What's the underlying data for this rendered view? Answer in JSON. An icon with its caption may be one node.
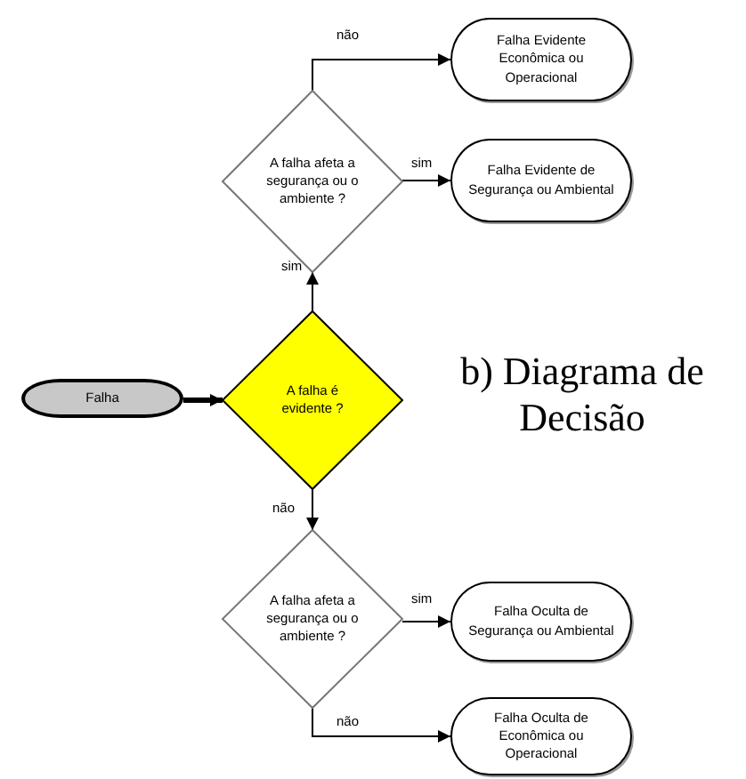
{
  "diagram": {
    "title": "b) Diagrama de Decisão",
    "nodes": [
      {
        "text": [
          "Falha"
        ]
      },
      {
        "text": [
          "A falha é evidente ?"
        ]
      },
      {
        "text": [
          "A falha afeta a segurança ou o ambiente ?"
        ]
      },
      {
        "text": [
          "Falha Evidente Econômica ou Operacional"
        ]
      },
      {
        "text": [
          "Falha Evidente de Segurança ou Ambiental"
        ]
      },
      {
        "text": [
          "A falha afeta a segurança ou o ambiente ?"
        ]
      },
      {
        "text": [
          "Falha Oculta de Segurança ou Ambiental"
        ]
      },
      {
        "text": [
          "Falha Oculta de Econômica ou Operacional"
        ]
      }
    ],
    "edges": [
      {
        "from": 0,
        "to": 1,
        "arrow": "to",
        "style": "thick"
      },
      {
        "from": 1,
        "to": 2,
        "label": "sim",
        "arrow": "to"
      },
      {
        "from": 2,
        "to": 3,
        "label": "não",
        "arrow": "to"
      },
      {
        "from": 2,
        "to": 4,
        "label": "sim",
        "arrow": "to"
      },
      {
        "from": 1,
        "to": 5,
        "label": "não",
        "arrow": "to"
      },
      {
        "from": 5,
        "to": 6,
        "label": "sim",
        "arrow": "to"
      },
      {
        "from": 5,
        "to": 7,
        "label": "não",
        "arrow": "to"
      }
    ]
  }
}
